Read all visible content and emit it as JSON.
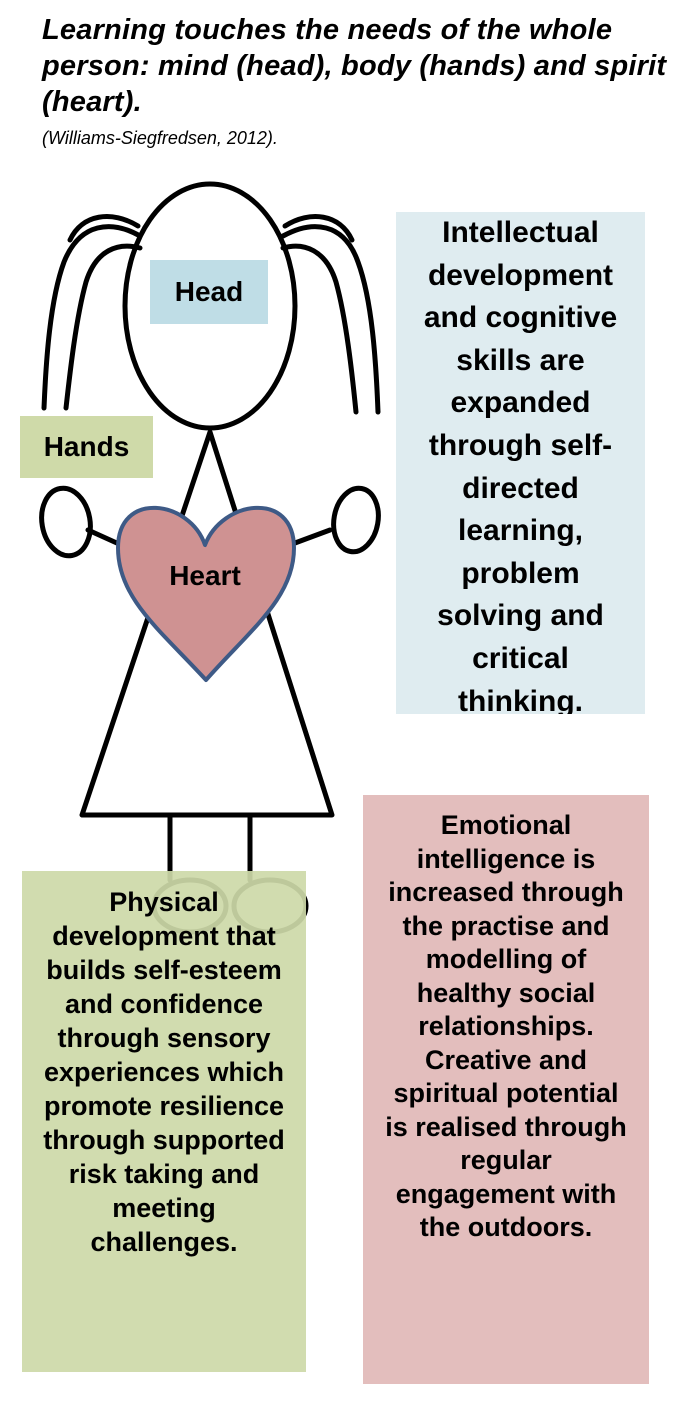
{
  "title": "Learning touches the needs of the whole person: mind (head), body (hands) and spirit (heart).",
  "citation": "(Williams-Siegfredsen, 2012).",
  "labels": {
    "head": "Head",
    "hands": "Hands",
    "heart": "Heart"
  },
  "descriptions": {
    "head": "Intellectual development and cognitive skills are expanded through self-directed learning, problem solving and critical thinking.",
    "hands": "Physical development that builds self-esteem and confidence through sensory experiences which promote resilience through supported risk taking and meeting challenges.",
    "heart": "Emotional intelligence is increased through the practise and modelling of healthy social relationships. Creative and spiritual potential is realised through regular engagement with the outdoors."
  },
  "colors": {
    "head_label_bg": "#bfdde6",
    "head_desc_bg": "#dfecf0",
    "hands_bg": "#cfdaa9",
    "heart_fill": "#cf9292",
    "heart_stroke": "#3e5a86",
    "heart_desc_bg": "#e3bebd"
  }
}
